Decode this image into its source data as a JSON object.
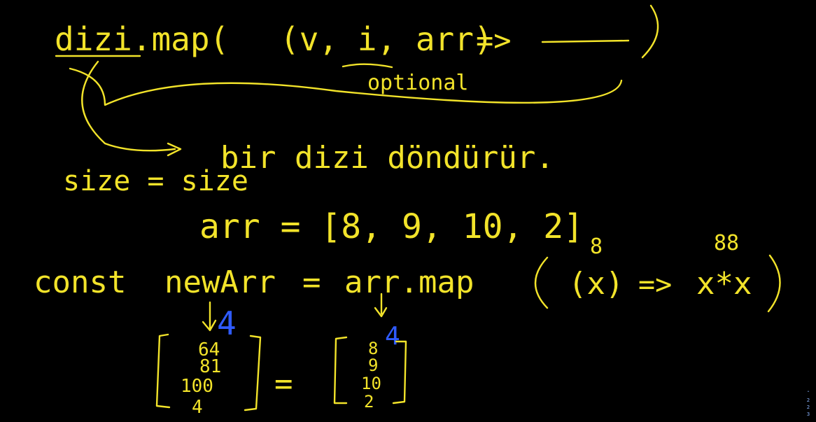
{
  "board": {
    "line1": {
      "call": "dizi.map(",
      "args": "(v, i, arr)",
      "arrow": "=>",
      "close": ")"
    },
    "annotation_optional": "optional",
    "returns_text": "bir dizi döndürür.",
    "size_note": "size = size",
    "array_decl": "arr = [8, 9, 10, 2]",
    "const_line": {
      "keyword": "const",
      "name": "newArr",
      "eq": "=",
      "call": "arr.map",
      "param": "(x)",
      "arrow": "=>",
      "body": "x*x"
    },
    "hint_above_param": "8",
    "hint_above_body": "88",
    "left_length": "4",
    "right_length": "4",
    "left_array": [
      "64",
      "81",
      "100",
      "4"
    ],
    "right_array": [
      "8",
      "9",
      "10",
      "2"
    ],
    "equals_sign": "="
  },
  "page_indicator": {
    "up_icon": "chevron-up-icon",
    "pages": [
      "2",
      "2",
      "3"
    ]
  },
  "colors": {
    "background": "#000000",
    "ink": "#f2e32a",
    "ink_secondary": "#2f5bff"
  }
}
